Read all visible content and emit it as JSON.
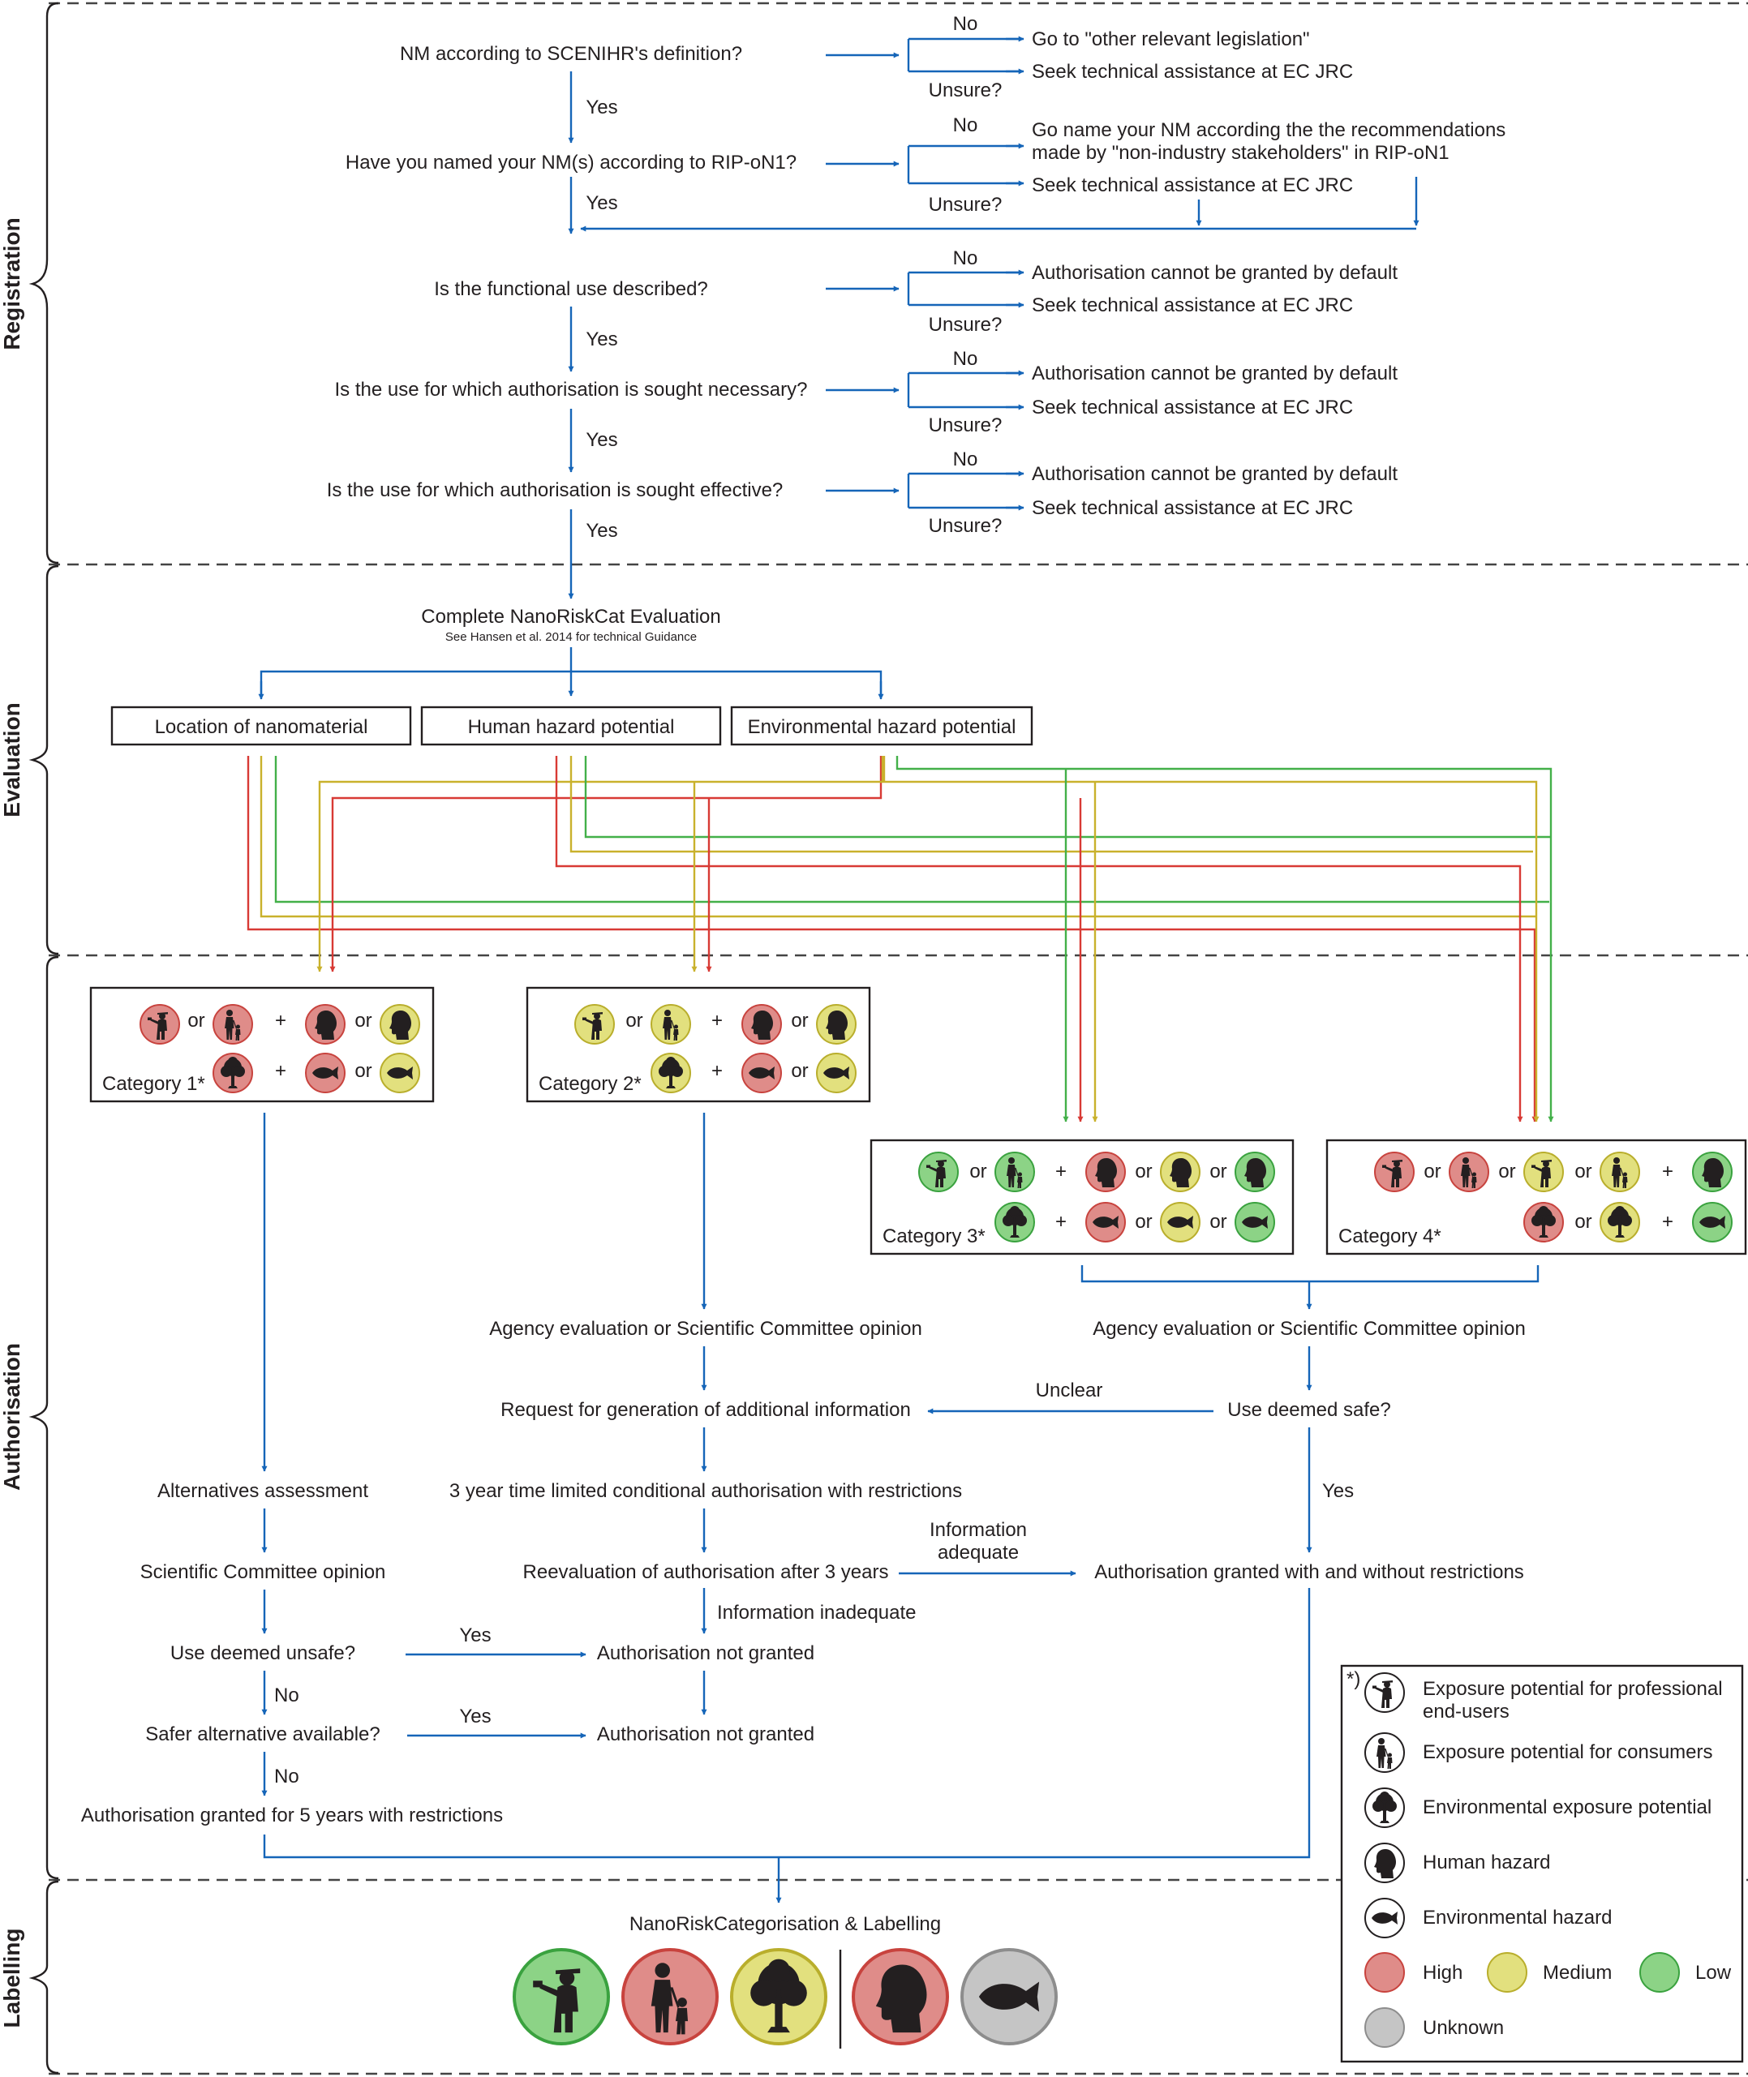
{
  "sections": {
    "registration": "Registration",
    "evaluation": "Evaluation",
    "authorisation": "Authorisation",
    "labelling": "Labelling"
  },
  "registration": {
    "q1": "NM according to SCENIHR's definition?",
    "q1_no": "No",
    "q1_no_action": "Go to \"other relevant legislation\"",
    "q1_unsure": "Unsure?",
    "q1_unsure_action": "Seek technical assistance at EC JRC",
    "q2": "Have you named your NM(s) according to RIP-oN1?",
    "q2_no": "No",
    "q2_no_action_line1": "Go name your NM according the the recommendations",
    "q2_no_action_line2": "made by \"non-industry stakeholders\" in RIP-oN1",
    "q2_unsure": "Unsure?",
    "q2_unsure_action": "Seek technical assistance at EC JRC",
    "q3": "Is the functional use described?",
    "q3_no": "No",
    "q3_no_action": "Authorisation cannot be granted by default",
    "q3_unsure": "Unsure?",
    "q3_unsure_action": "Seek technical assistance at EC JRC",
    "q4": "Is the use for which authorisation is sought necessary?",
    "q4_no": "No",
    "q4_no_action": "Authorisation cannot be granted by default",
    "q4_unsure": "Unsure?",
    "q4_unsure_action": "Seek technical assistance at EC JRC",
    "q5": "Is the use for which authorisation is sought effective?",
    "q5_no": "No",
    "q5_no_action": "Authorisation cannot be granted by default",
    "q5_unsure": "Unsure?",
    "q5_unsure_action": "Seek technical assistance at EC JRC",
    "yes": "Yes"
  },
  "evaluation": {
    "title": "Complete NanoRiskCat Evaluation",
    "subtitle": "See Hansen et al. 2014 for technical Guidance",
    "box_location": "Location of nanomaterial",
    "box_human": "Human hazard potential",
    "box_environment": "Environmental hazard potential"
  },
  "authorisation": {
    "or": "or",
    "plus": "+",
    "category1": "Category 1*",
    "category2": "Category 2*",
    "category3": "Category 3*",
    "category4": "Category 4*",
    "agency_left": "Agency evaluation or Scientific Committee opinion",
    "agency_right": "Agency evaluation or Scientific Committee opinion",
    "request_info": "Request for generation of additional information",
    "unclear": "Unclear",
    "use_deemed_safe": "Use deemed safe?",
    "conditional": "3 year time limited conditional authorisation with restrictions",
    "yes": "Yes",
    "reevaluation": "Reevaluation of authorisation after 3 years",
    "info_adequate_line1": "Information",
    "info_adequate_line2": "adequate",
    "granted_with_without": "Authorisation granted with and without restrictions",
    "info_inadequate": "Information inadequate",
    "alternatives": "Alternatives assessment",
    "sci_committee": "Scientific Committee opinion",
    "use_deemed_unsafe": "Use deemed unsafe?",
    "not_granted_1": "Authorisation not granted",
    "not_granted_2": "Authorisation not granted",
    "no": "No",
    "safer_alt": "Safer alternative available?",
    "granted_5_years": "Authorisation granted for 5 years with restrictions"
  },
  "labelling": {
    "title": "NanoRiskCategorisation & Labelling"
  },
  "legend": {
    "marker": "*)",
    "professional_line1": "Exposure potential for professional",
    "professional_line2": "end-users",
    "consumers": "Exposure potential for consumers",
    "environmental_exposure": "Environmental exposure potential",
    "human_hazard": "Human hazard",
    "environmental_hazard": "Environmental hazard",
    "high": "High",
    "medium": "Medium",
    "low": "Low",
    "unknown": "Unknown"
  },
  "colors": {
    "flow_blue": "#1565b8",
    "high_fill": "#df8c89",
    "high_stroke": "#c8433e",
    "medium_fill": "#e2e07e",
    "medium_stroke": "#b9ae2c",
    "low_fill": "#8cd386",
    "low_stroke": "#3aa23f",
    "unknown_fill": "#c5c5c5",
    "unknown_stroke": "#8d8d8d",
    "line_red": "#d83a35",
    "line_yellow": "#c9b12c",
    "line_green": "#43b049"
  },
  "icons": {
    "professional": "worker-with-spray-gun-icon",
    "consumer": "adult-and-child-icon",
    "environment": "tree-icon",
    "human_hazard": "human-head-profile-icon",
    "environmental_hazard": "fish-icon"
  }
}
